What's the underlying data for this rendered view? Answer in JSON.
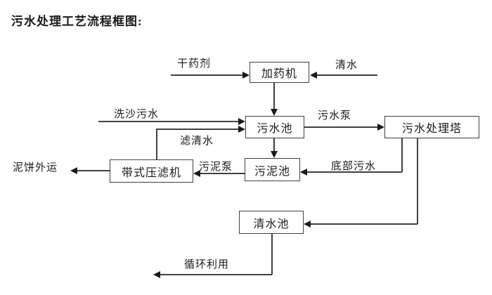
{
  "title": "污水处理工艺流程框图:",
  "colors": {
    "line": "#404040",
    "box_border": "#404040",
    "text": "#1a1a1a",
    "background": "#ffffff"
  },
  "nodes": {
    "dosing_machine": {
      "label": "加药机"
    },
    "sewage_pool": {
      "label": "污水池"
    },
    "treatment_tower": {
      "label": "污水处理塔"
    },
    "belt_filter_press": {
      "label": "带式压滤机"
    },
    "sludge_pool": {
      "label": "污泥池"
    },
    "clear_water_pool": {
      "label": "清水池"
    }
  },
  "edge_labels": {
    "dry_agent": "干药剂",
    "clean_water": "清水",
    "sand_washing_sewage": "洗沙污水",
    "sewage_pump": "污水泵",
    "filtered_water": "滤清水",
    "sludge_pump": "污泥泵",
    "bottom_sewage": "底部污水",
    "mud_cake_out": "泥饼外运",
    "recycle_use": "循环利用"
  }
}
